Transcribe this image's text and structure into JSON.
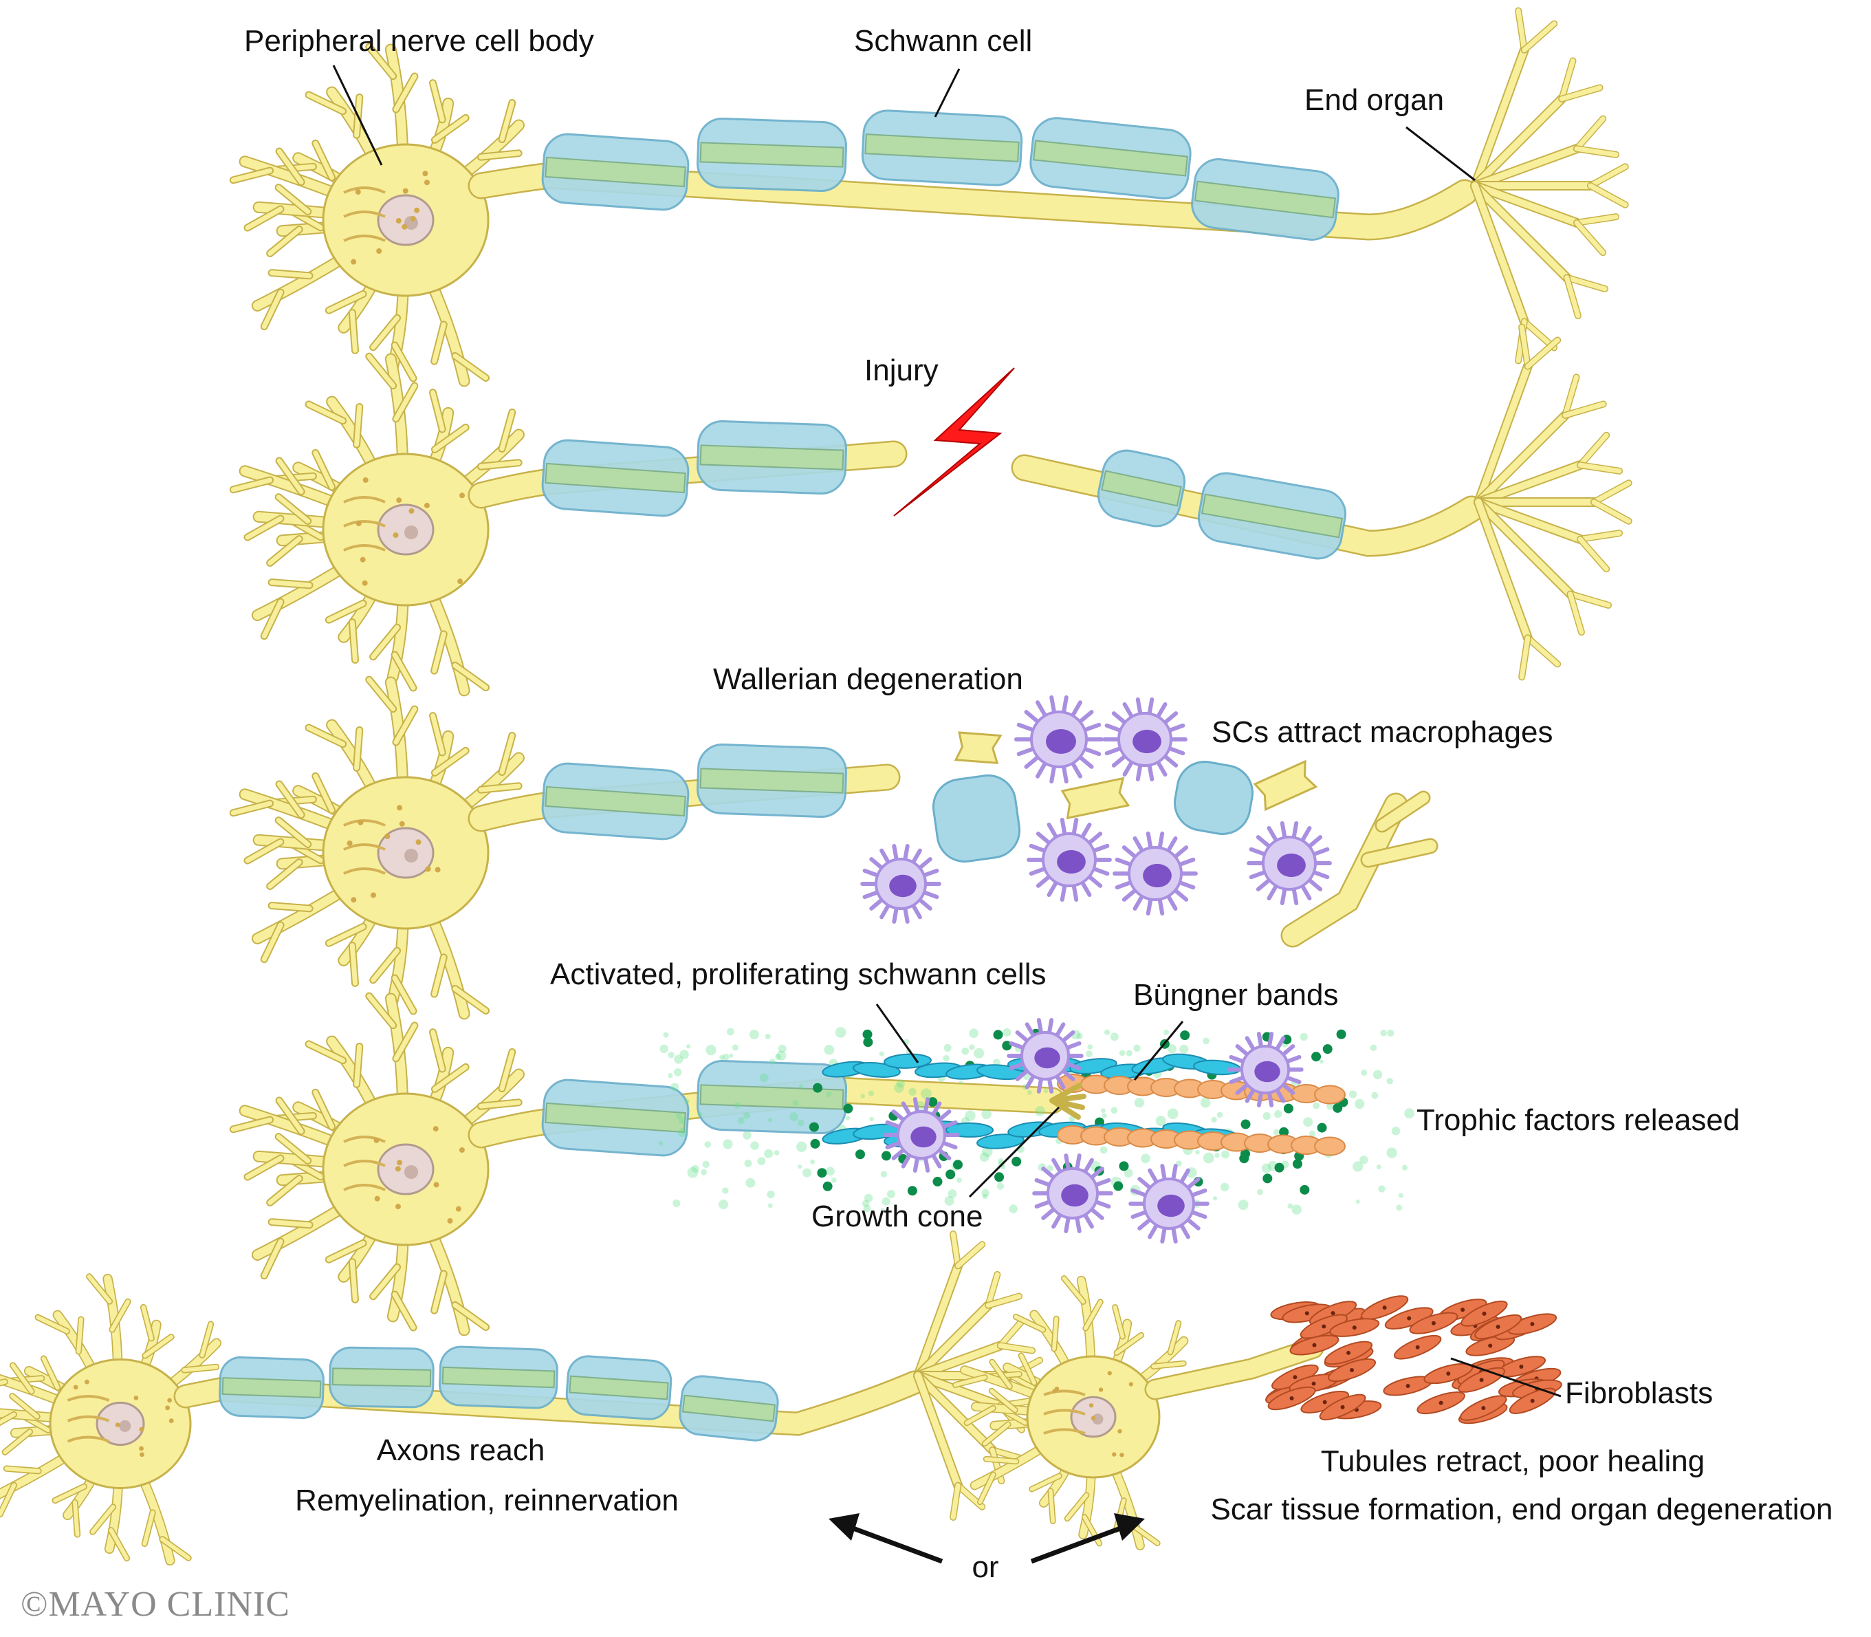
{
  "labels": {
    "cell_body": "Peripheral nerve cell body",
    "schwann_cell": "Schwann cell",
    "end_organ": "End organ",
    "injury": "Injury",
    "wallerian": "Wallerian degeneration",
    "scs_attract": "SCs attract macrophages",
    "activated_sc": "Activated, proliferating schwann cells",
    "bungner": "Büngner bands",
    "trophic": "Trophic factors released",
    "growth_cone": "Growth cone",
    "fibroblasts": "Fibroblasts",
    "axons_reach": "Axons reach",
    "remyelination": "Remyelination, reinnervation",
    "tubules_retract": "Tubules retract, poor healing",
    "scar_tissue": "Scar tissue formation, end organ degeneration",
    "or": "or"
  },
  "copyright": "©MAYO CLINIC",
  "colors": {
    "neuron_fill": "#f8ef9c",
    "neuron_stroke": "#c7b24a",
    "myelin_fill": "#a8d8e6",
    "myelin_stroke": "#6aaecb",
    "axon_core": "#b5dba6",
    "injury_bolt": "#ff1a1a",
    "macrophage": "#a98fe0",
    "nucleus": "#7d52c7",
    "sc_activated": "#33c3e3",
    "bungner_band": "#f6b37a",
    "trophic_dots": "#0b8c4a",
    "fibroblast": "#e9764a",
    "arrow": "#111111"
  }
}
